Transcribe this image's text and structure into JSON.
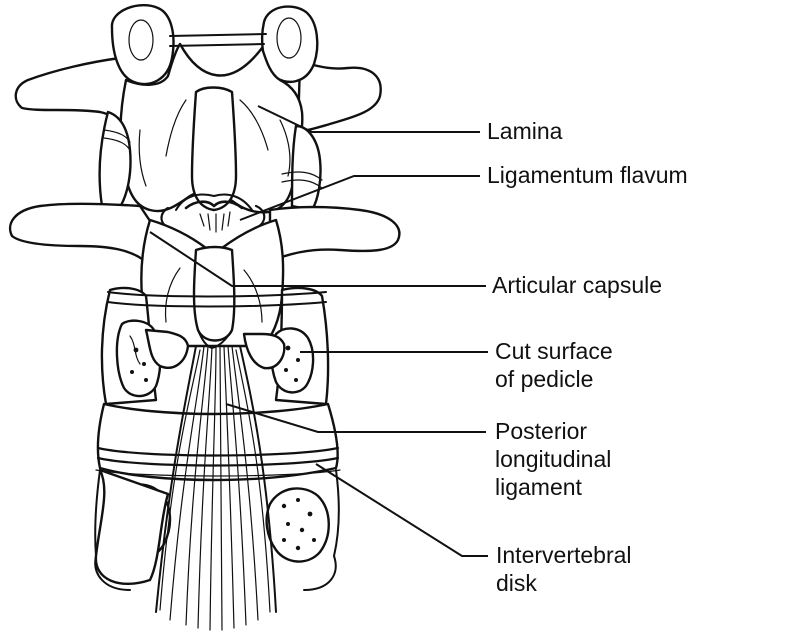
{
  "labels": {
    "lamina": "Lamina",
    "ligamentum_flavum": "Ligamentum flavum",
    "articular_capsule": "Articular capsule",
    "cut_surface_line1": "Cut surface",
    "cut_surface_line2": "of pedicle",
    "posterior_line1": "Posterior",
    "posterior_line2": "longitudinal",
    "posterior_line3": "ligament",
    "intervertebral_line1": "Intervertebral",
    "intervertebral_line2": "disk"
  },
  "colors": {
    "ink": "#111111",
    "background": "#ffffff"
  }
}
